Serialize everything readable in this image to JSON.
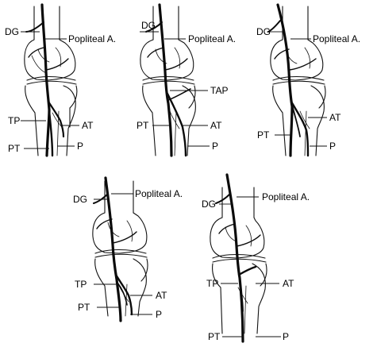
{
  "panels": [
    {
      "id": "p1",
      "labels": {
        "dg": "DG",
        "popliteal": "Popliteal A.",
        "tp": "TP",
        "at": "AT",
        "pt": "PT",
        "p": "P"
      }
    },
    {
      "id": "p2",
      "labels": {
        "dg": "DG",
        "popliteal": "Popliteal A.",
        "tap": "TAP",
        "pt": "PT",
        "at": "AT",
        "p": "P"
      }
    },
    {
      "id": "p3",
      "labels": {
        "dg": "DG",
        "popliteal": "Popliteal A.",
        "at": "AT",
        "pt": "PT",
        "p": "P"
      }
    },
    {
      "id": "p4",
      "labels": {
        "dg": "DG",
        "popliteal": "Popliteal A.",
        "tp": "TP",
        "at": "AT",
        "pt": "PT",
        "p": "P"
      }
    },
    {
      "id": "p5",
      "labels": {
        "dg": "DG",
        "popliteal": "Popliteal A.",
        "tp": "TP",
        "at": "AT",
        "pt": "PT",
        "p": "P"
      }
    }
  ],
  "colors": {
    "ink": "#111111",
    "background": "#ffffff"
  }
}
